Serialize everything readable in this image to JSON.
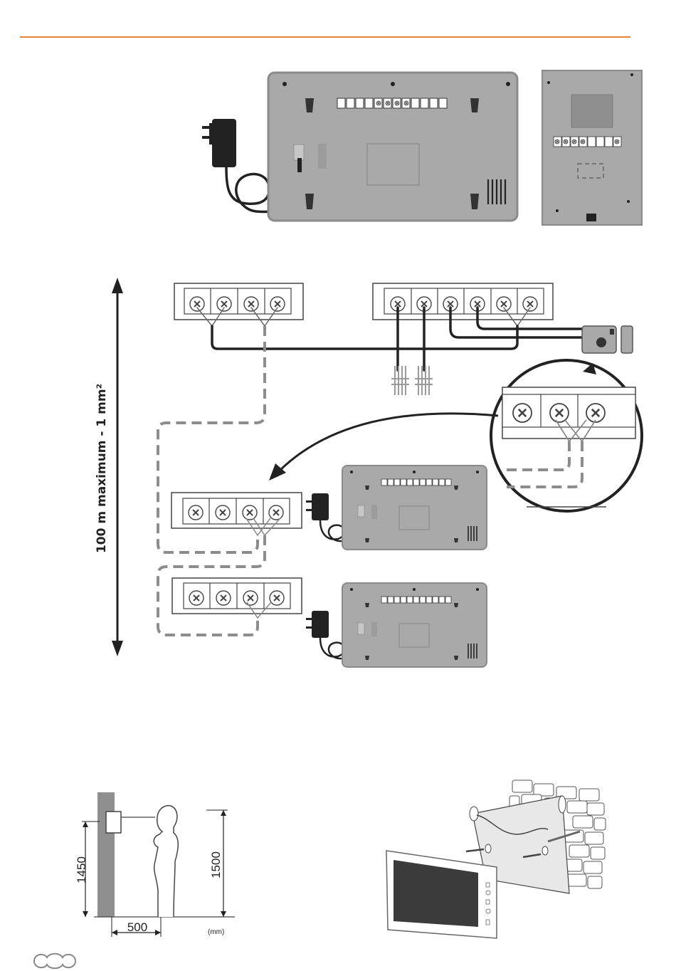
{
  "header": {
    "accent_color": "#e8833a"
  },
  "wiring": {
    "distance_label": "100 m maximum - 1 mm²"
  },
  "mounting": {
    "eye_height": "1450",
    "person_height": "1500",
    "distance": "500",
    "unit": "(mm)"
  },
  "colors": {
    "device_body": "#a9a9a9",
    "device_border": "#8a8a8a",
    "wire": "#222222",
    "dashed_wire": "#8c8c8c"
  },
  "icons": [
    "power-adapter-icon",
    "screw-terminal-icon",
    "electric-lock-icon",
    "door-bell-wires-icon",
    "logo-icon"
  ]
}
